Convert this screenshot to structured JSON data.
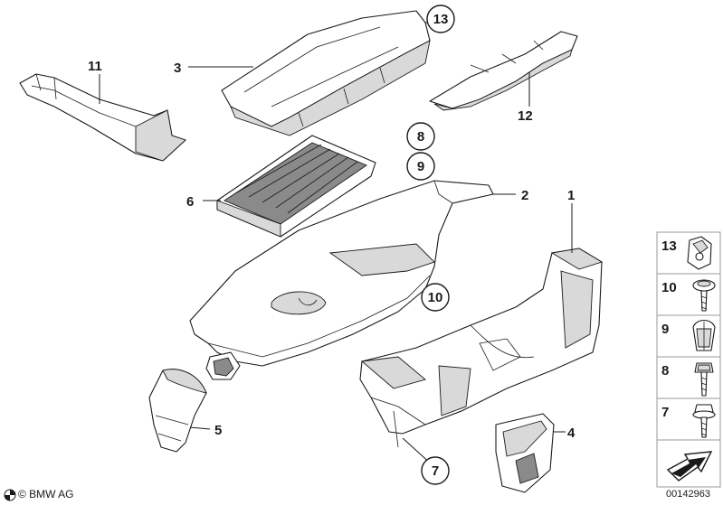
{
  "callouts": {
    "c1": "1",
    "c2": "2",
    "c3": "3",
    "c4": "4",
    "c5": "5",
    "c6": "6",
    "c7": "7",
    "c8": "8",
    "c9": "9",
    "c10": "10",
    "c11": "11",
    "c12": "12",
    "c13": "13"
  },
  "legend": {
    "items": [
      "13",
      "10",
      "9",
      "8",
      "7"
    ]
  },
  "footer": {
    "copyright": "© BMW AG",
    "diagram_id": "00142963"
  }
}
